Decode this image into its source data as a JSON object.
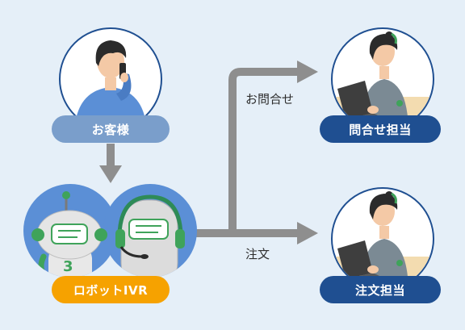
{
  "nodes": {
    "customer": {
      "label": "お客様",
      "color": "#7a9ecb"
    },
    "robot_ivr": {
      "label": "ロボットIVR",
      "color": "#f6a200"
    },
    "inquiry_staff": {
      "label": "問合せ担当",
      "color": "#1f4f91"
    },
    "order_staff": {
      "label": "注文担当",
      "color": "#1f4f91"
    }
  },
  "edges": {
    "inquiry": {
      "label": "お問合せ"
    },
    "order": {
      "label": "注文"
    }
  },
  "colors": {
    "background": "#e5eff8",
    "arrow": "#8e8e8e",
    "circle_border": "#1f4f91",
    "robot_bg": "#5b8fd6"
  },
  "icons": {
    "customer": "person-on-phone-icon",
    "robot_left": "robot-icon",
    "robot_right": "robot-headset-icon",
    "operator": "operator-at-laptop-icon"
  }
}
